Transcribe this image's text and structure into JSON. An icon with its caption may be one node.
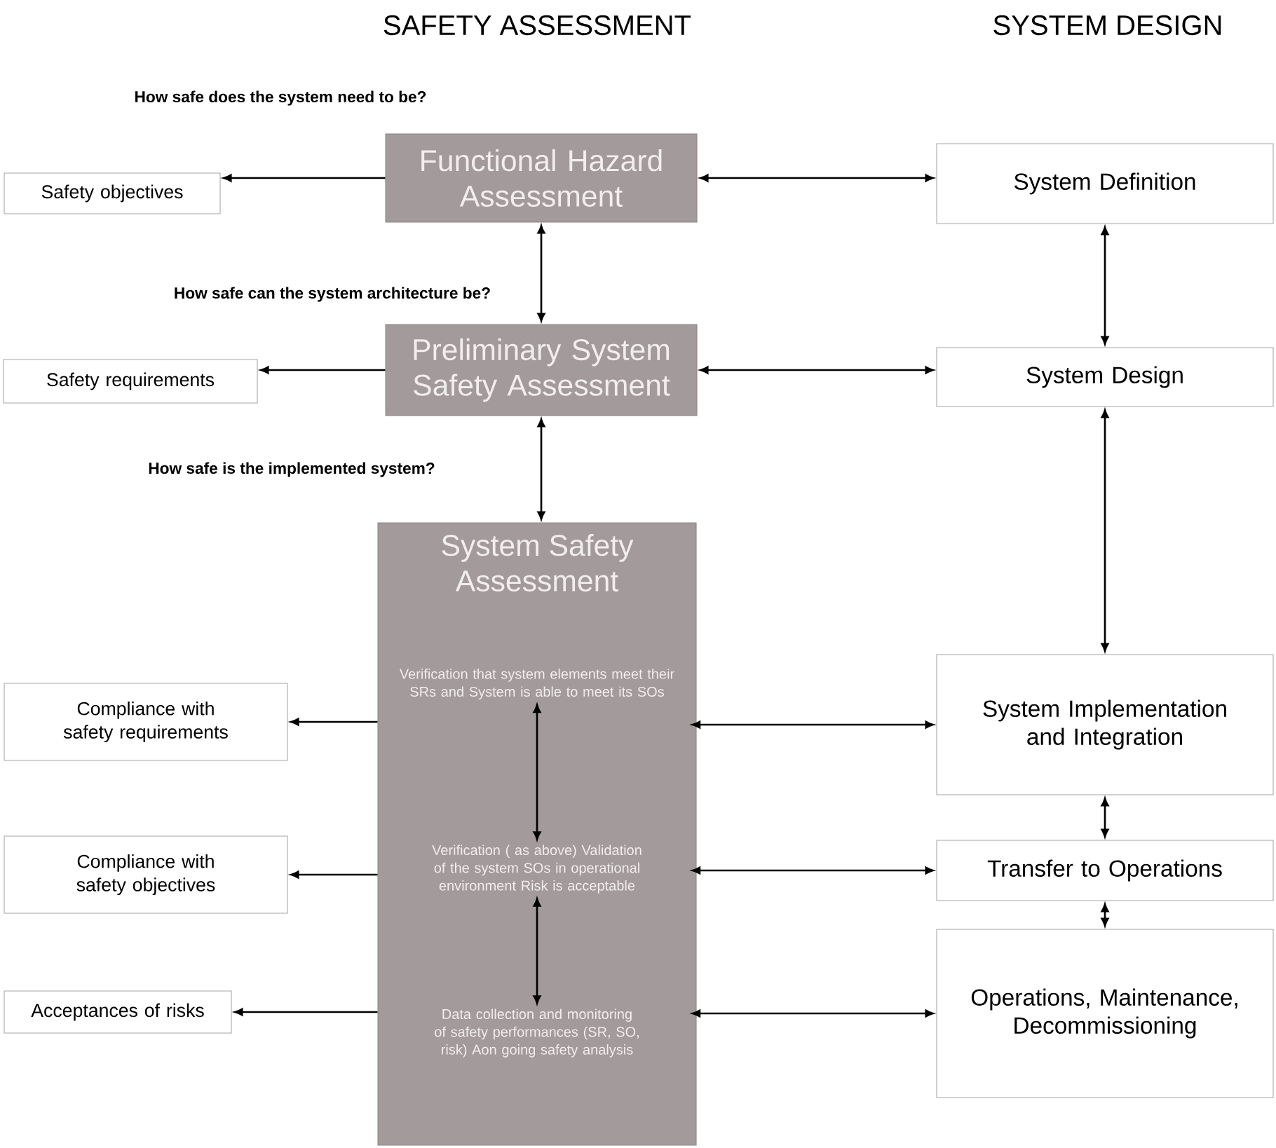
{
  "diagram": {
    "nodes": [
      {
        "text": [
          "Functional Hazard Assessment"
        ]
      },
      {
        "text": [
          "Safety objectives"
        ]
      },
      {
        "text": [
          "System Definition"
        ]
      },
      {
        "text": [
          "Preliminary System Safety Assessment"
        ]
      },
      {
        "text": [
          "Safety requirements"
        ]
      },
      {
        "text": [
          "System Design"
        ]
      },
      {
        "text": [
          "System Safety Assessment"
        ]
      },
      {
        "text": [
          "Verification that system elements meet their SRs and System is able to meet its SOs"
        ],
        "in": 6
      },
      {
        "text": [
          "Verification ( as above) Validation of the system SOs in operational environment Risk is acceptable"
        ],
        "in": 6
      },
      {
        "text": [
          "Data collection and monitoring of safety performances (SR, SO, risk) Aon going safety analysis"
        ],
        "in": 6
      },
      {
        "text": [
          "Compliance with safety requirements"
        ]
      },
      {
        "text": [
          "System Implementation and Integration"
        ]
      },
      {
        "text": [
          "Compliance with safety objectives"
        ]
      },
      {
        "text": [
          "Transfer to Operations"
        ]
      },
      {
        "text": [
          "Acceptances of risks"
        ]
      },
      {
        "text": [
          "Operations, Maintenance, Decommissioning"
        ]
      }
    ],
    "edges": [
      {
        "from": 0,
        "to": 1,
        "arrow": "to"
      },
      {
        "from": 0,
        "to": 2,
        "arrow": "both"
      },
      {
        "from": 0,
        "to": 3,
        "arrow": "both"
      },
      {
        "from": 2,
        "to": 5,
        "arrow": "both"
      },
      {
        "from": 3,
        "to": 4,
        "arrow": "to"
      },
      {
        "from": 3,
        "to": 5,
        "arrow": "both"
      },
      {
        "from": 3,
        "to": 6,
        "arrow": "both"
      },
      {
        "from": 5,
        "to": 11,
        "arrow": "both"
      },
      {
        "from": 7,
        "to": 10,
        "arrow": "to"
      },
      {
        "from": 7,
        "to": 11,
        "arrow": "both"
      },
      {
        "from": 7,
        "to": 8,
        "arrow": "both"
      },
      {
        "from": 8,
        "to": 12,
        "arrow": "to"
      },
      {
        "from": 8,
        "to": 13,
        "arrow": "both"
      },
      {
        "from": 8,
        "to": 9,
        "arrow": "both"
      },
      {
        "from": 11,
        "to": 13,
        "arrow": "both"
      },
      {
        "from": 9,
        "to": 14,
        "arrow": "to"
      },
      {
        "from": 9,
        "to": 15,
        "arrow": "both"
      },
      {
        "from": 13,
        "to": 15,
        "arrow": "both"
      }
    ],
    "labels": [
      "SAFETY ASSESSMENT",
      "SYSTEM DESIGN",
      "How safe does the system need to be?",
      "How safe can the system architecture be?",
      "How safe is the implemented system?"
    ]
  }
}
